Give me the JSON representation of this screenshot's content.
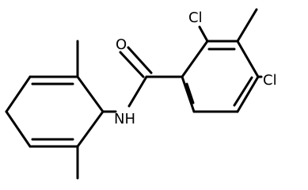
{
  "structure": {
    "atoms": {
      "oxygen": "O",
      "nitrogen_hydrogen": "NH",
      "chlorine_2": "Cl",
      "chlorine_4": "Cl"
    }
  },
  "colors": {
    "ink": "#000000",
    "background": "#ffffff"
  }
}
